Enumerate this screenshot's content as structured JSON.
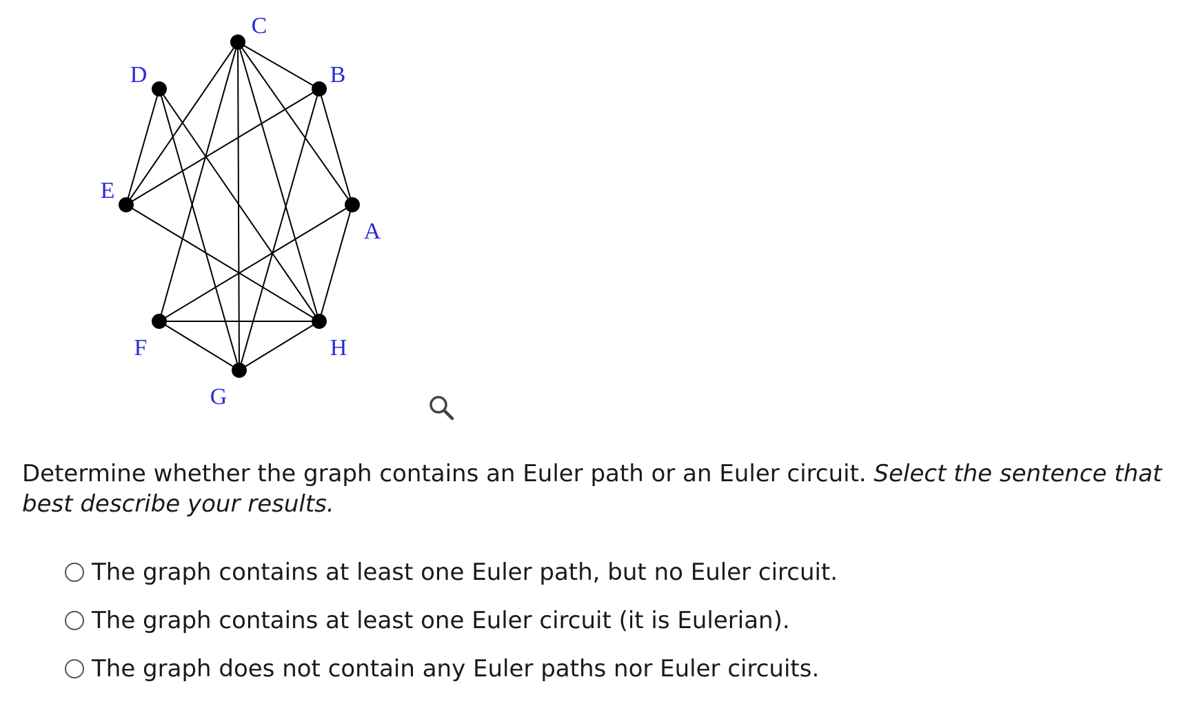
{
  "graph": {
    "vertices": [
      {
        "id": "A",
        "label": "A"
      },
      {
        "id": "B",
        "label": "B"
      },
      {
        "id": "C",
        "label": "C"
      },
      {
        "id": "D",
        "label": "D"
      },
      {
        "id": "E",
        "label": "E"
      },
      {
        "id": "F",
        "label": "F"
      },
      {
        "id": "G",
        "label": "G"
      },
      {
        "id": "H",
        "label": "H"
      }
    ],
    "edges": [
      [
        "C",
        "B"
      ],
      [
        "C",
        "A"
      ],
      [
        "C",
        "E"
      ],
      [
        "C",
        "F"
      ],
      [
        "C",
        "G"
      ],
      [
        "C",
        "H"
      ],
      [
        "D",
        "E"
      ],
      [
        "D",
        "G"
      ],
      [
        "D",
        "H"
      ],
      [
        "B",
        "E"
      ],
      [
        "B",
        "A"
      ],
      [
        "B",
        "G"
      ],
      [
        "A",
        "F"
      ],
      [
        "A",
        "H"
      ],
      [
        "E",
        "H"
      ],
      [
        "F",
        "H"
      ],
      [
        "F",
        "G"
      ],
      [
        "G",
        "H"
      ]
    ],
    "label_color": "#2a2ad8",
    "vertex_color": "#000000",
    "edge_color": "#000000"
  },
  "zoom": {
    "icon": "magnifier-icon"
  },
  "question": {
    "prompt": "Determine whether the graph contains an Euler path or an Euler circuit.",
    "instruction": "Select the sentence that best describe your results."
  },
  "options": [
    {
      "label": "The graph contains at least one Euler path, but no Euler circuit.",
      "selected": false
    },
    {
      "label": "The graph contains at least one Euler circuit (it is Eulerian).",
      "selected": false
    },
    {
      "label": "The graph does not contain any Euler paths nor Euler circuits.",
      "selected": false
    }
  ]
}
